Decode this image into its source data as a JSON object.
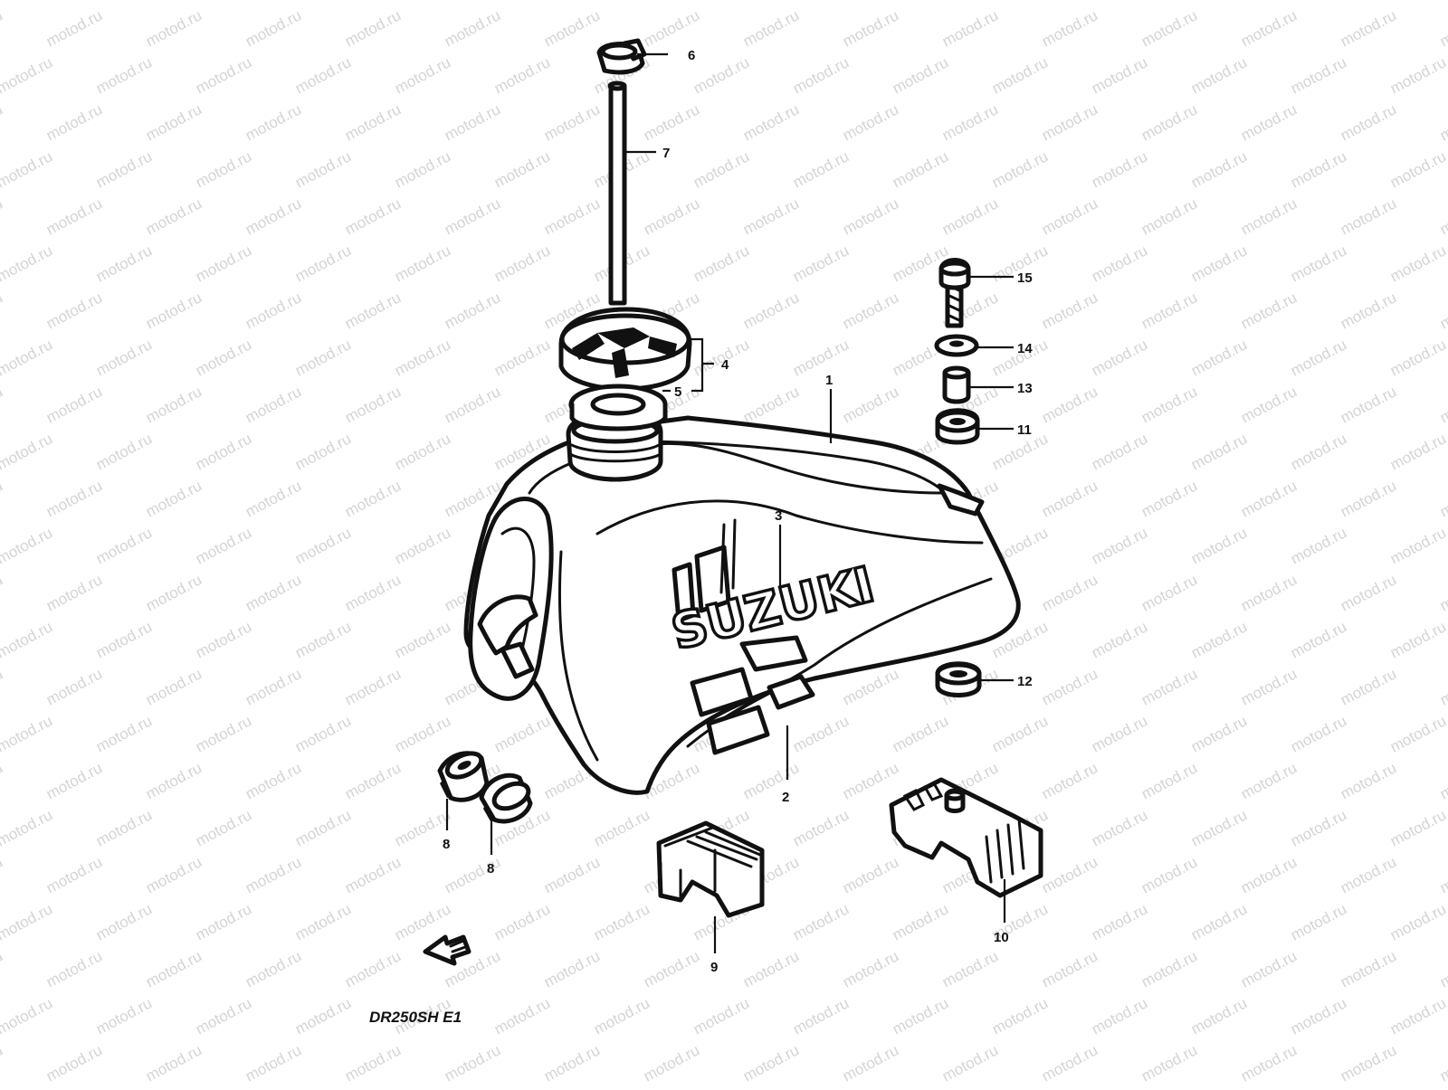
{
  "diagram": {
    "brand_logo_text": "SUZUKI",
    "model_code": "DR250SH E1",
    "watermark_text": "motod.ru",
    "callouts": [
      {
        "id": "callout-1",
        "label": "1"
      },
      {
        "id": "callout-2",
        "label": "2"
      },
      {
        "id": "callout-3",
        "label": "3"
      },
      {
        "id": "callout-4",
        "label": "4"
      },
      {
        "id": "callout-5",
        "label": "5"
      },
      {
        "id": "callout-6-top",
        "label": "6"
      },
      {
        "id": "callout-7",
        "label": "7"
      },
      {
        "id": "callout-8-left",
        "label": "8"
      },
      {
        "id": "callout-8-right",
        "label": "8"
      },
      {
        "id": "callout-9",
        "label": "9"
      },
      {
        "id": "callout-10",
        "label": "10"
      },
      {
        "id": "callout-11",
        "label": "11"
      },
      {
        "id": "callout-12",
        "label": "12"
      },
      {
        "id": "callout-13",
        "label": "13"
      },
      {
        "id": "callout-14",
        "label": "14"
      },
      {
        "id": "callout-15",
        "label": "15"
      }
    ],
    "colors": {
      "line": "#111111",
      "background": "#ffffff",
      "watermark": "#d4d4d4"
    }
  }
}
